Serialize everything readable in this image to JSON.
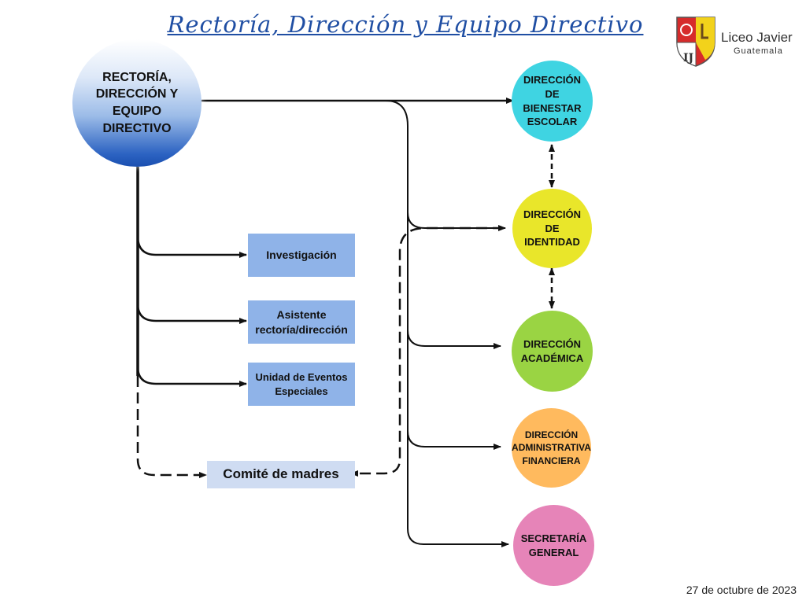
{
  "title": "Rectoría, Dirección y Equipo Directivo",
  "logo": {
    "name": "Liceo Javier",
    "subtitle": "Guatemala"
  },
  "root_node": "RECTORÍA, DIRECCIÓN Y EQUIPO DIRECTIVO",
  "directions": [
    {
      "label": "DIRECCIÓN DE BIENESTAR ESCOLAR",
      "color": "#3fd4e2"
    },
    {
      "label": "DIRECCIÓN DE IDENTIDAD",
      "color": "#e9e62a"
    },
    {
      "label": "DIRECCIÓN ACADÉMICA",
      "color": "#9ad443"
    },
    {
      "label": "DIRECCIÓN ADMINISTRATIVA FINANCIERA",
      "color": "#ffba5e"
    },
    {
      "label": "SECRETARÍA GENERAL",
      "color": "#e684b8"
    }
  ],
  "units": [
    {
      "label": "Investigación"
    },
    {
      "label": "Asistente rectoría/dirección"
    },
    {
      "label": "Unidad de Eventos Especiales"
    }
  ],
  "committee": "Comité de madres",
  "date": "27 de octubre de 2023"
}
